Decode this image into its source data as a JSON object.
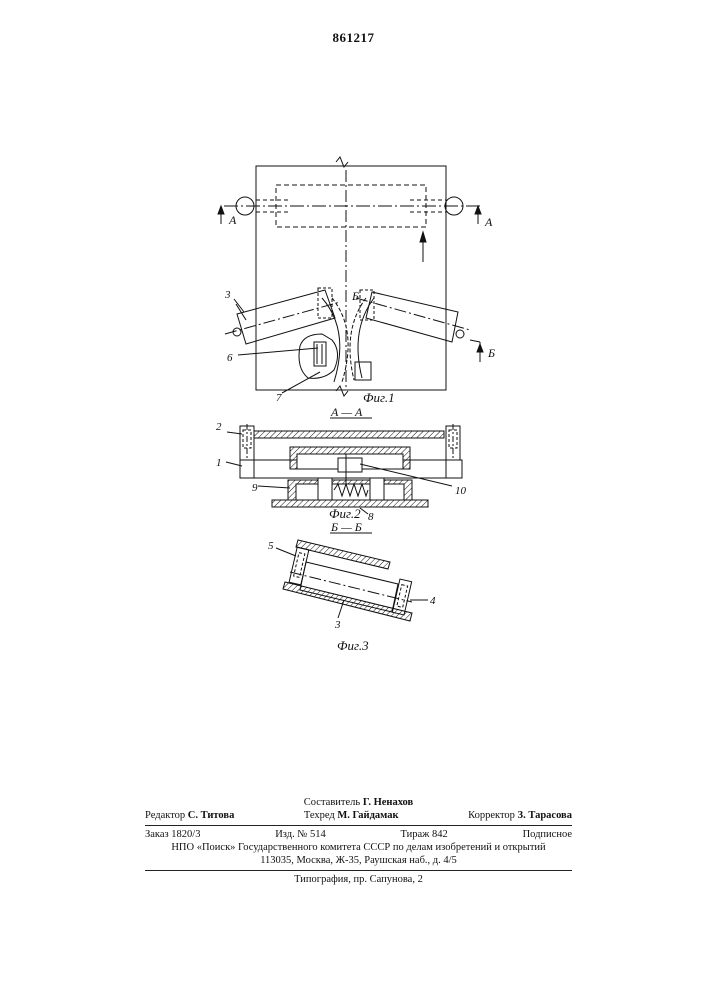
{
  "patent_number": "861217",
  "figures": [
    {
      "caption": "Фиг.1",
      "section_marks": [
        "А",
        "А",
        "Б",
        "Б"
      ],
      "part_labels": [
        "3",
        "6",
        "7"
      ]
    },
    {
      "caption": "Фиг.2",
      "section_title": "А — А",
      "part_labels": [
        "2",
        "1",
        "9",
        "8",
        "10"
      ]
    },
    {
      "caption": "Фиг.3",
      "section_title": "Б — Б",
      "part_labels": [
        "5",
        "3",
        "4"
      ]
    }
  ],
  "imprint": {
    "compiler_role": "Составитель",
    "compiler_name": "Г. Ненахов",
    "editor_role": "Редактор",
    "editor_name": "С. Титова",
    "techred_role": "Техред",
    "techred_name": "М. Гайдамак",
    "corrector_role": "Корректор",
    "corrector_name": "З. Тарасова",
    "order": "Заказ 1820/3",
    "edition": "Изд. № 514",
    "print_run": "Тираж 842",
    "subscription": "Подписное",
    "publisher_line": "НПО «Поиск» Государственного комитета СССР по делам изобретений и открытий",
    "address": "113035, Москва, Ж-35, Раушская наб., д. 4/5",
    "printer": "Типография, пр. Сапунова, 2"
  }
}
